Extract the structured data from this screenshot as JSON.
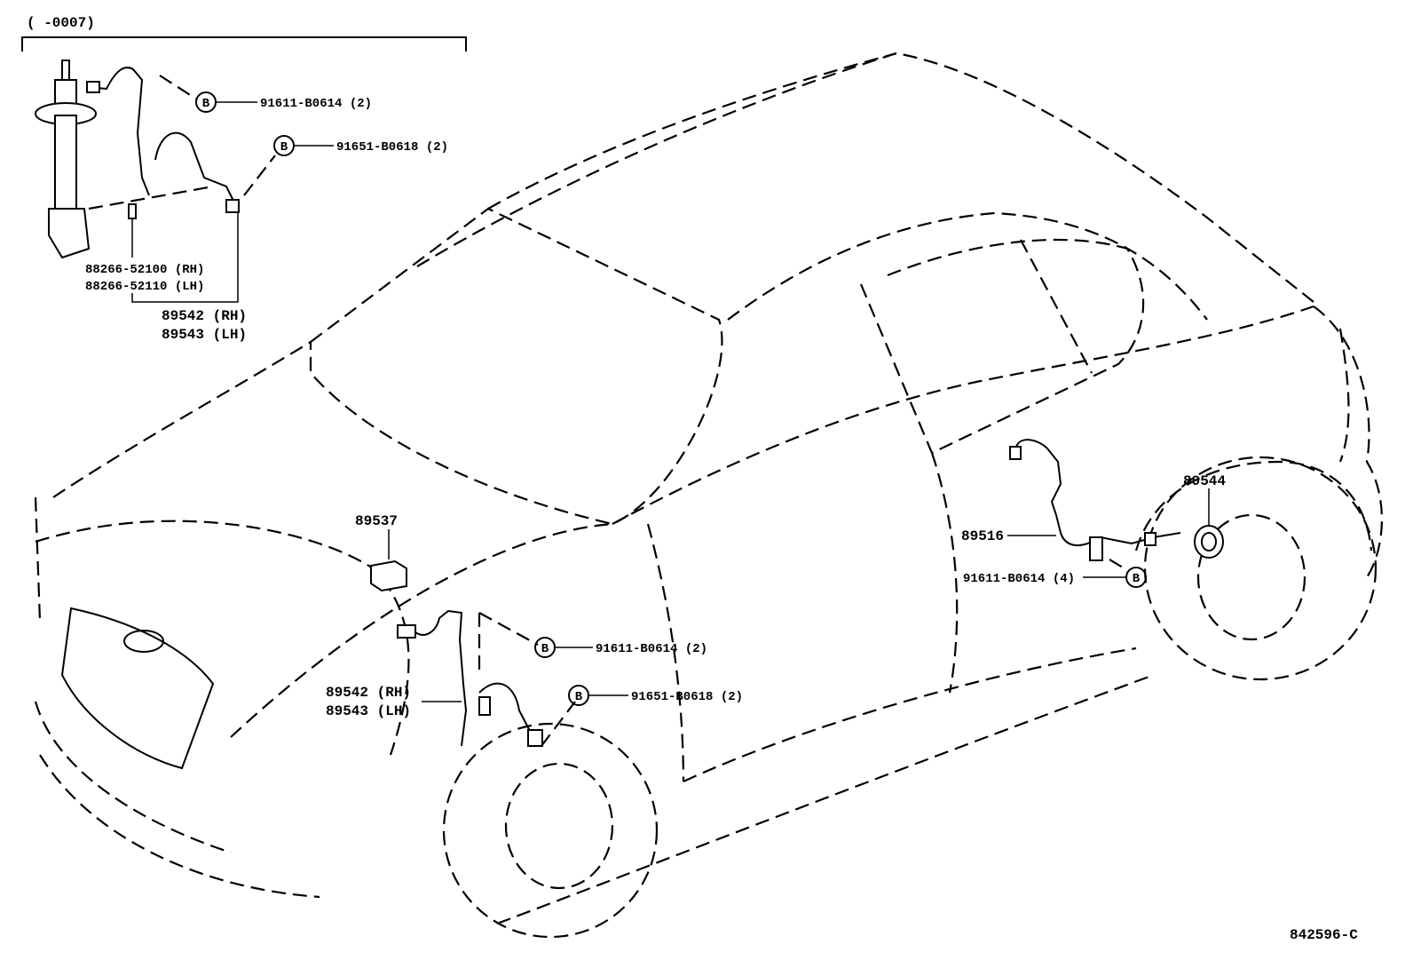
{
  "inset": {
    "header": "(       -0007)",
    "bolt_marker": "B",
    "bolt1_part": "91611-B0614 (2)",
    "bolt2_part": "91651-B0618 (2)",
    "sensor_rh": "88266-52100 (RH)",
    "sensor_lh": "88266-52110 (LH)",
    "harness_rh": "89542 (RH)",
    "harness_lh": "89543 (LH)"
  },
  "main": {
    "bolt_marker": "B",
    "computer_part": "89537",
    "front_harness_rh": "89542 (RH)",
    "front_harness_lh": "89543 (LH)",
    "front_bolt1": "91611-B0614 (2)",
    "front_bolt2": "91651-B0618 (2)",
    "rear_harness": "89516",
    "rear_bolt": "91611-B0614 (4)",
    "rear_sensor": "89544"
  },
  "figure_code": "842596-C"
}
